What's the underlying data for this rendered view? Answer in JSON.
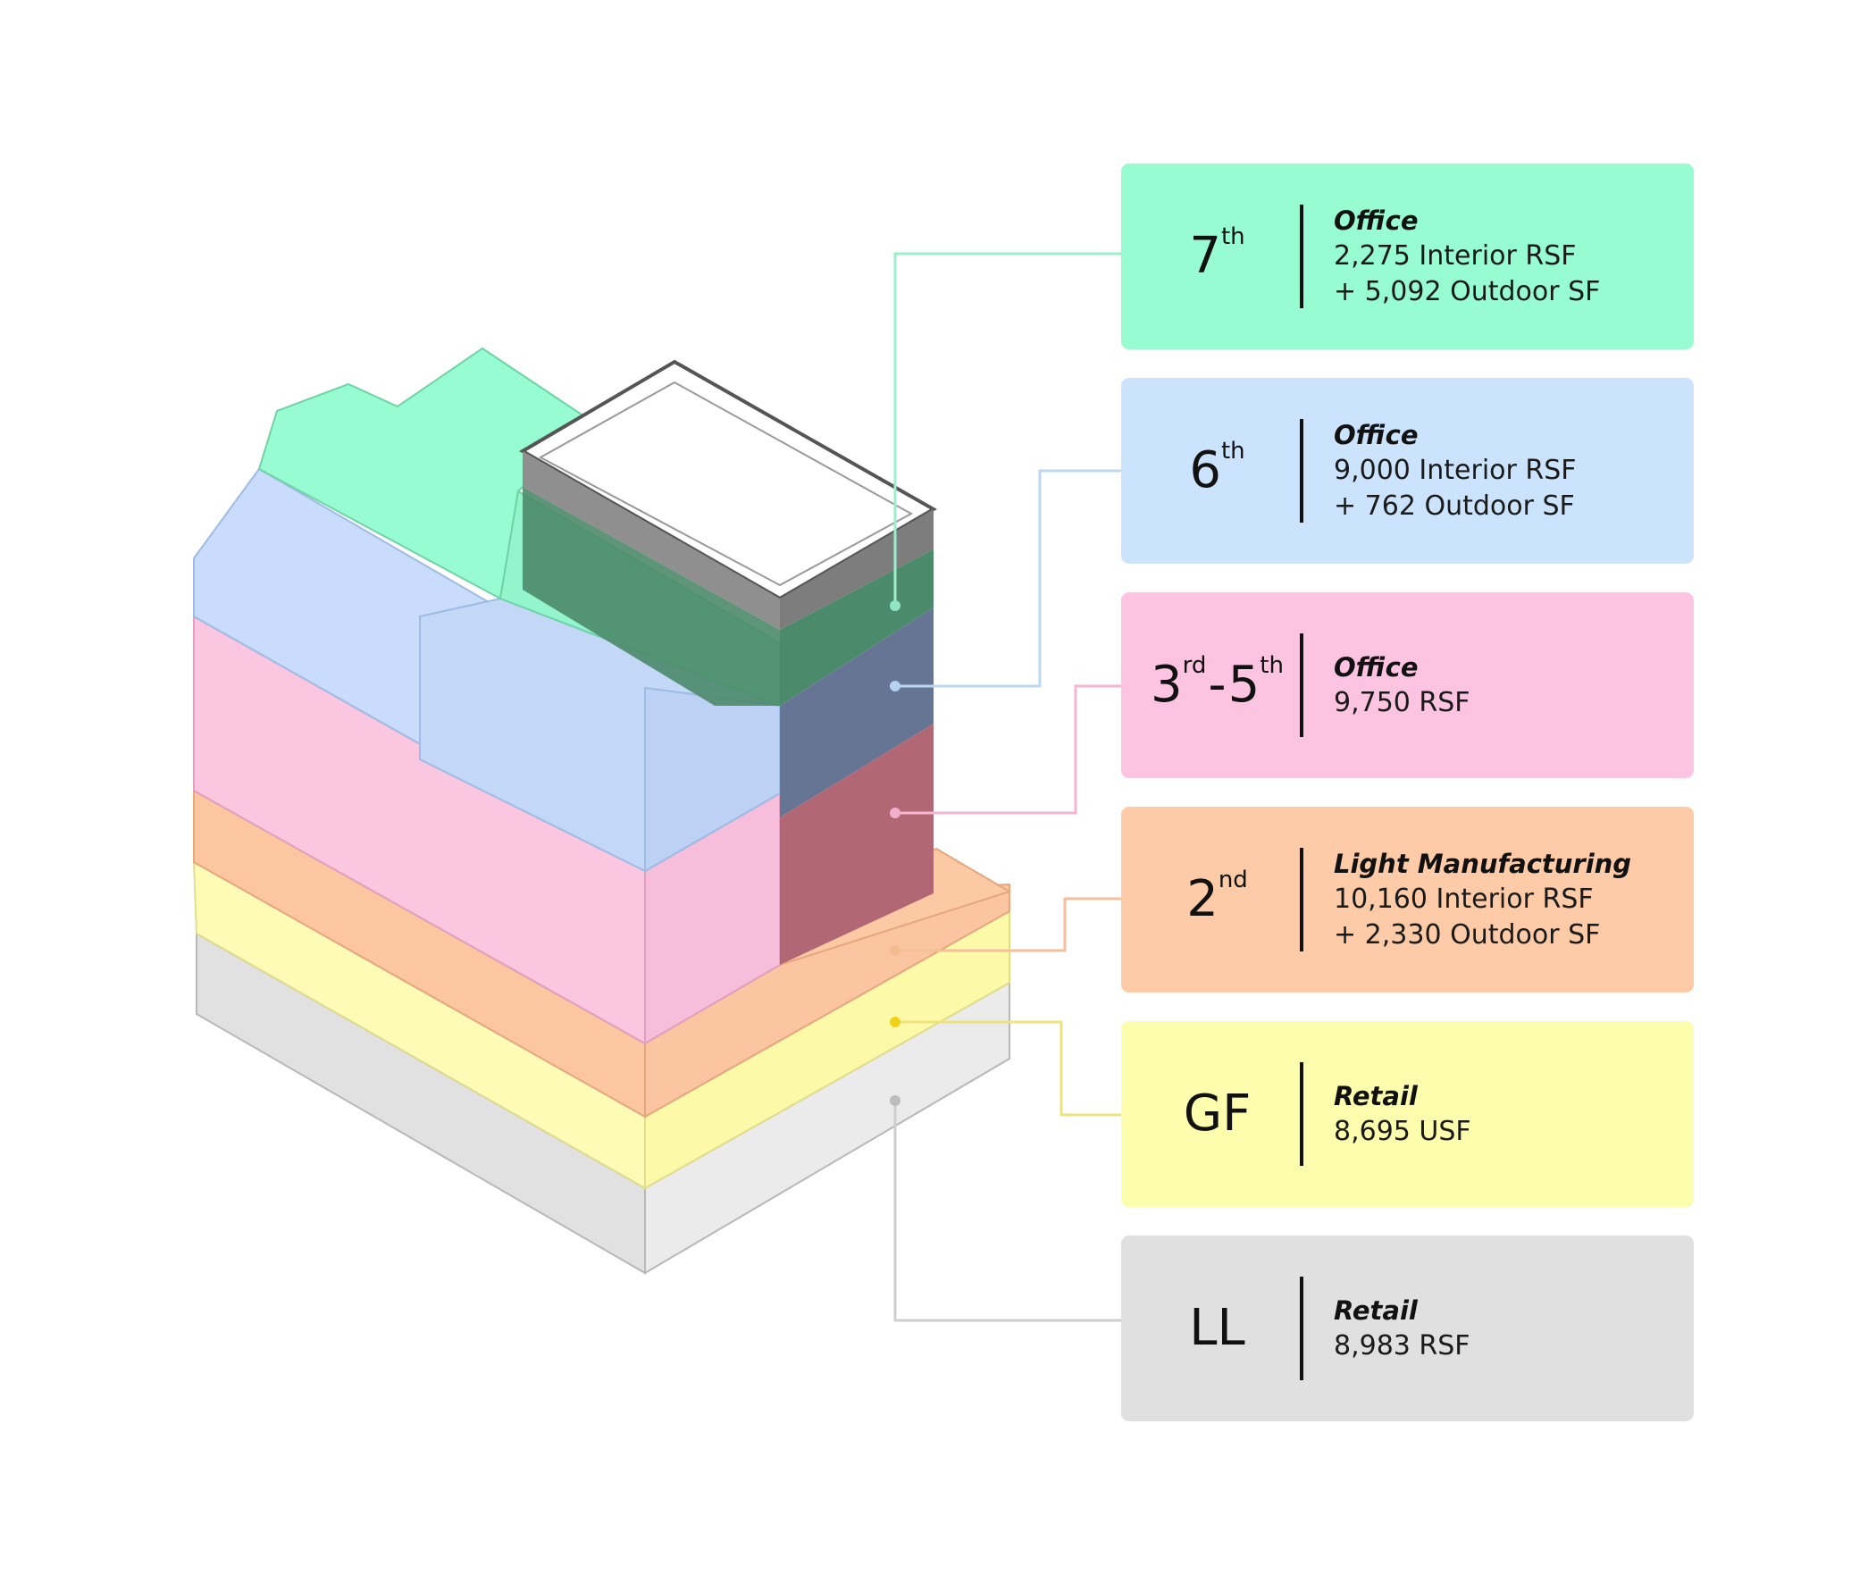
{
  "levels": [
    {
      "id": "7th",
      "floor": "7",
      "floor_sup": "th",
      "use": "Office",
      "lines": [
        "2,275 Interior RSF",
        "+ 5,092 Outdoor SF"
      ],
      "color": "#98fcd2",
      "leader": "#9eeecd"
    },
    {
      "id": "6th",
      "floor": "6",
      "floor_sup": "th",
      "use": "Office",
      "lines": [
        "9,000 Interior RSF",
        "+ 762 Outdoor SF"
      ],
      "color": "#cbe3fc",
      "leader": "#bcd7f3"
    },
    {
      "id": "3rd-5th",
      "floor": "3",
      "floor_sup": "rd",
      "floor_b": "5",
      "floor_b_sup": "th",
      "use": "Office",
      "lines": [
        "9,750 RSF"
      ],
      "color": "#fdc4e2",
      "leader": "#f5b6d3"
    },
    {
      "id": "2nd",
      "floor": "2",
      "floor_sup": "nd",
      "use": "Light Manufacturing",
      "lines": [
        "10,160 Interior RSF",
        "+ 2,330 Outdoor SF"
      ],
      "color": "#fdcba7",
      "leader": "#f6bf98"
    },
    {
      "id": "GF",
      "floor": "GF",
      "use": "Retail",
      "lines": [
        "8,695 USF"
      ],
      "color": "#fdfdae",
      "leader": "#eee47f",
      "dot": "#f0d21a"
    },
    {
      "id": "LL",
      "floor": "LL",
      "use": "Retail",
      "lines": [
        "8,983 RSF"
      ],
      "color": "#dfe0df",
      "leader": "#cfcfcf"
    }
  ],
  "building_colors": {
    "roof_green": "#98fcd2",
    "office_blue": "#c9dcfb",
    "office_pink": "#fbc6e0",
    "mfg_orange": "#fbc7a0",
    "retail_yellow": "#fdfbae",
    "base_grey": "#dcdcdc",
    "facade_green": "#4b8a6a",
    "facade_navy": "#677595",
    "facade_red": "#b26775",
    "penthouse_grey": "#8c8c8c"
  }
}
